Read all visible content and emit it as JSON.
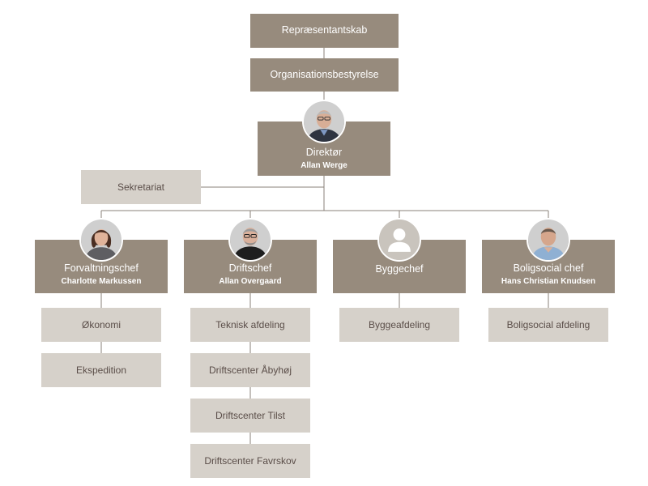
{
  "top": {
    "representantskab": "Repræsentantskab",
    "organisationsbestyrelse": "Organisationsbestyrelse"
  },
  "director": {
    "title": "Direktør",
    "name": "Allan Werge",
    "photo": "person-photo-icon"
  },
  "sekretariat": "Sekretariat",
  "chiefs": [
    {
      "title": "Forvaltningschef",
      "name": "Charlotte Markussen",
      "photo": "person-photo-icon"
    },
    {
      "title": "Driftschef",
      "name": "Allan Overgaard",
      "photo": "person-photo-icon"
    },
    {
      "title": "Byggechef",
      "name": "",
      "photo": "placeholder-user-icon"
    },
    {
      "title": "Boligsocial chef",
      "name": "Hans Christian Knudsen",
      "photo": "person-photo-icon"
    }
  ],
  "departments": {
    "forvaltning": [
      "Økonomi",
      "Ekspedition"
    ],
    "drift": [
      "Teknisk afdeling",
      "Driftscenter Åbyhøj",
      "Driftscenter Tilst",
      "Driftscenter Favrskov"
    ],
    "bygge": [
      "Byggeafdeling"
    ],
    "boligsocial": [
      "Boligsocial afdeling"
    ]
  },
  "colors": {
    "dark_box": "#978b7d",
    "light_box": "#d6d1ca",
    "light_text": "#5a4d48",
    "connector": "#8a8078"
  }
}
